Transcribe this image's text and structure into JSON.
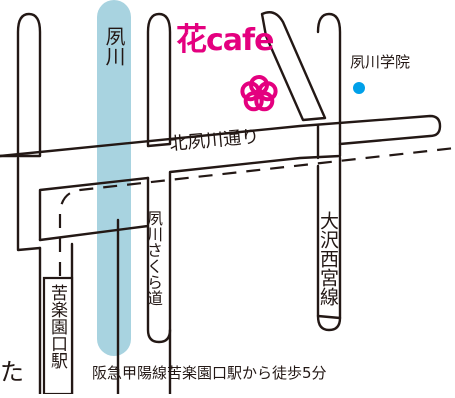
{
  "map": {
    "shop_name_kanji": "花",
    "shop_name_latin": "cafe",
    "river_label": "夙川",
    "street_kitashukugawa": "北夙川通り",
    "street_shukugawa_sakura": "夙川さくら道",
    "street_osawa_nishinomiya": "大沢西宮線",
    "school_label": "夙川学院",
    "station_label": "苦楽園口駅",
    "access_text": "阪急甲陽線苦楽園口駅から徒歩5分",
    "edge_fragment": "た"
  },
  "colors": {
    "brand_pink": "#e4007f",
    "river_blue": "#a8d3e0",
    "school_dot": "#00a0e9",
    "road_outline": "#231815"
  },
  "icons": [
    "flower-icon",
    "school-dot-icon"
  ]
}
